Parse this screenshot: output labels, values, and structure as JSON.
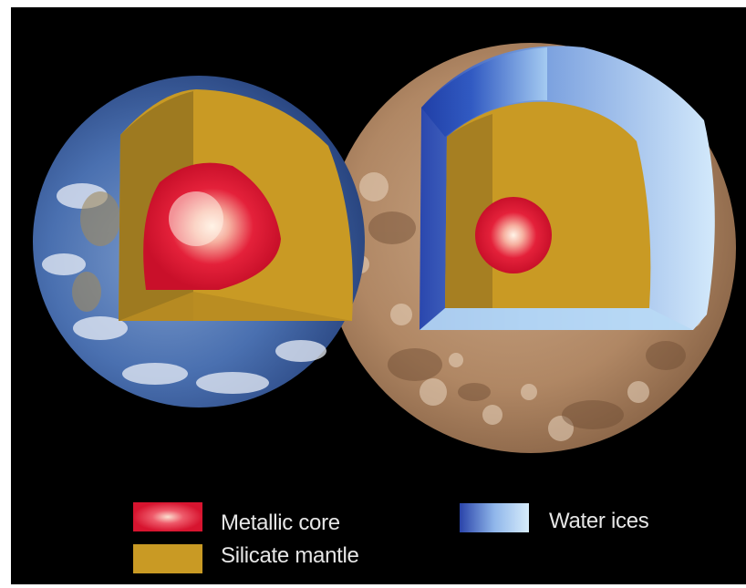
{
  "legend": {
    "core_label": "Metallic core",
    "mantle_label": "Silicate mantle",
    "ice_label": "Water ices"
  },
  "colors": {
    "core": "#e4213a",
    "core_highlight": "#f7e6d6",
    "mantle": "#c99a24",
    "mantle_shadow": "#9a7a1f",
    "ice_light": "#b8d9f5",
    "ice_dark": "#2747b0",
    "background": "#000000",
    "earth_ocean": "#2f5a9e",
    "ganymede_surface": "#b48b66"
  }
}
